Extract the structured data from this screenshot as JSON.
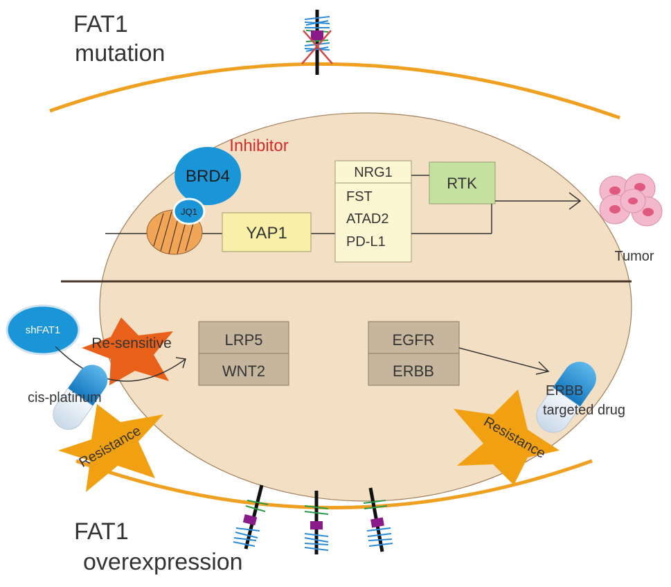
{
  "labels": {
    "fat1_mutation_line1": "FAT1",
    "fat1_mutation_line2": "mutation",
    "inhibitor": "Inhibitor",
    "brd4": "BRD4",
    "jq1": "JQ1",
    "yap1": "YAP1",
    "nrg1": "NRG1",
    "fst": "FST",
    "atad2": "ATAD2",
    "pdl1": "PD-L1",
    "rtk": "RTK",
    "tumor": "Tumor",
    "shfat1": "shFAT1",
    "re_sensitive": "Re-sensitive",
    "lrp5": "LRP5",
    "wnt2": "WNT2",
    "egfr": "EGFR",
    "erbb": "ERBB",
    "cis_platinum": "cis-platinum",
    "erbb_drug_line1": "ERBB",
    "erbb_drug_line2": "targeted drug",
    "resistance_left": "Resistance",
    "resistance_right": "Resistance",
    "fat1_over_line1": "FAT1",
    "fat1_over_line2": "overexpression"
  },
  "colors": {
    "membrane": "#f0a020",
    "nucleus_fill": "#f3dfc4",
    "nucleus_stroke": "#a07e5a",
    "brd4": "#1a96d8",
    "inhibitor": "#d42a2a",
    "yellow_box": "#f8f0a8",
    "pale_box": "#fdf6d2",
    "rtk_box": "#c6e0a0",
    "brown_box": "#c7b69e",
    "nucleosome": "#f0a656",
    "star_red": "#e8601a",
    "star_orange": "#f0a010",
    "tumor_cell": "#f4b8cc",
    "tumor_nucleus": "#e05a80",
    "divider": "#4a3428"
  }
}
